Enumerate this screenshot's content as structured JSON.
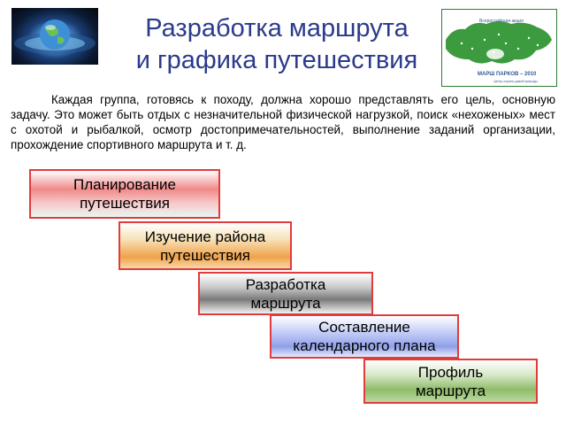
{
  "title": {
    "line1": "Разработка маршрута",
    "line2": "и графика путешествия"
  },
  "intro": "Каждая группа, готовясь к походу, должна хорошо представлять его цель, основную задачу. Это может быть отдых с незначительной физической нагрузкой, поиск «нехоженых» мест с охотой и рыбалкой, осмотр достопримечательностей, выполнение заданий организации, прохождение спортивного маршрута и т. д.",
  "steps": [
    {
      "label": "Планирование\nпутешествия"
    },
    {
      "label": "Изучение района\nпутешествия"
    },
    {
      "label": "Разработка\nмаршрута"
    },
    {
      "label": "Составление\nкалендарного плана"
    },
    {
      "label": "Профиль\nмаршрута"
    }
  ],
  "logo_right": {
    "banner": "МАРШ ПАРКОВ – 2010",
    "headline": "Всероссийская акция",
    "tagline": "Центр охраны дикой природы"
  },
  "colors": {
    "title": "#2b3a8c",
    "step_border": "#e23b3b"
  }
}
